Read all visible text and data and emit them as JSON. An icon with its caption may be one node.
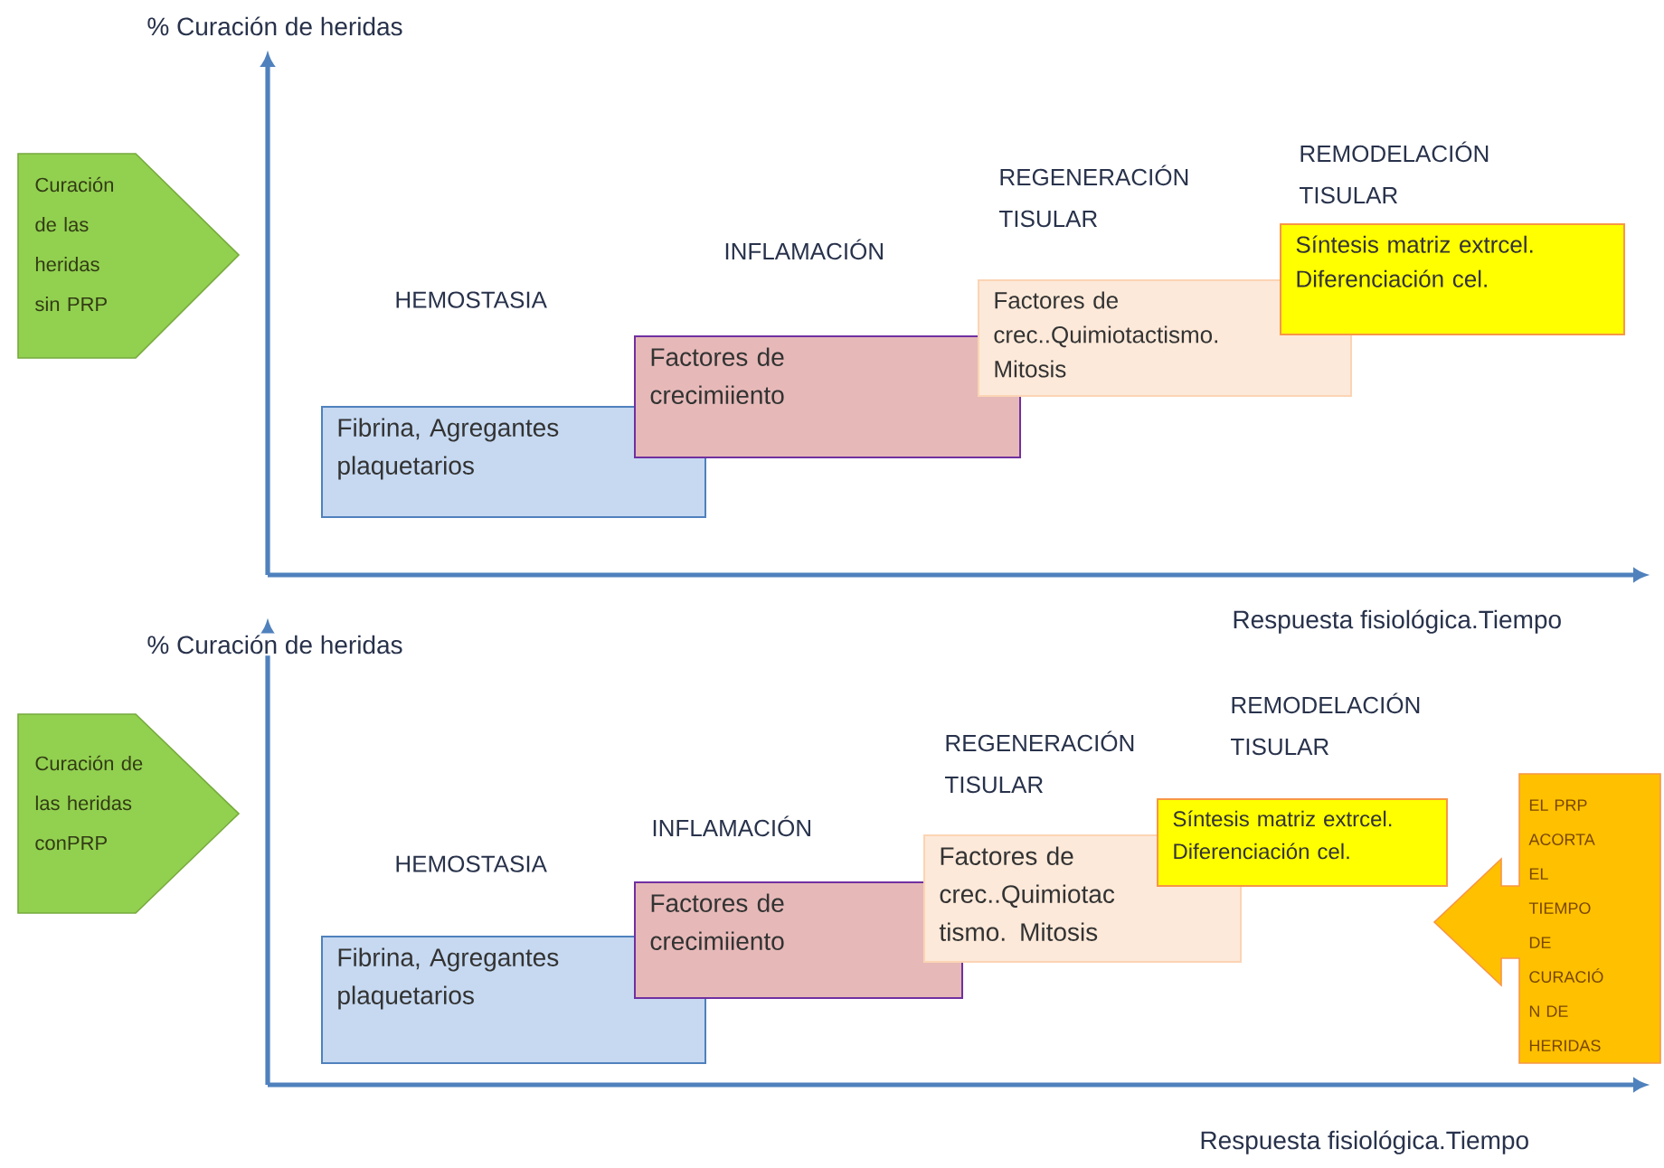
{
  "diagram": {
    "nodes": [
      {
        "text": [
          "Curación de las heridas sin PRP"
        ]
      },
      {
        "text": [
          "Fibrina, Agregantes plaquetarios"
        ]
      },
      {
        "text": [
          "Factores de crecimiiento"
        ]
      },
      {
        "text": [
          "Factores de crec..Quimiotactismo. Mitosis"
        ]
      },
      {
        "text": [
          "Síntesis matriz extrcel. Diferenciación cel."
        ]
      },
      {
        "text": [
          "Curación de las heridas conPRP"
        ]
      },
      {
        "text": [
          "Fibrina, Agregantes plaquetarios"
        ]
      },
      {
        "text": [
          "Factores de crecimiiento"
        ]
      },
      {
        "text": [
          "Factores de crec..Quimiotac tismo. Mitosis"
        ]
      },
      {
        "text": [
          "Síntesis matriz extrcel. Diferenciación cel."
        ]
      },
      {
        "text": [
          "EL PRP ACORTA EL TIEMPO DE CURACIÓ N DE HERIDAS"
        ]
      }
    ],
    "labels": [
      "% Curación de heridas",
      "REMODELACIÓN TISULAR",
      "REGENERACIÓN TISULAR",
      "INFLAMACIÓN",
      "HEMOSTASIA",
      "Respuesta fisiológica.Tiempo",
      "% Curación de heridas",
      "REMODELACIÓN TISULAR",
      "REGENERACIÓN TISULAR",
      "INFLAMACIÓN",
      "HEMOSTASIA",
      "Respuesta fisiológica.Tiempo"
    ]
  }
}
